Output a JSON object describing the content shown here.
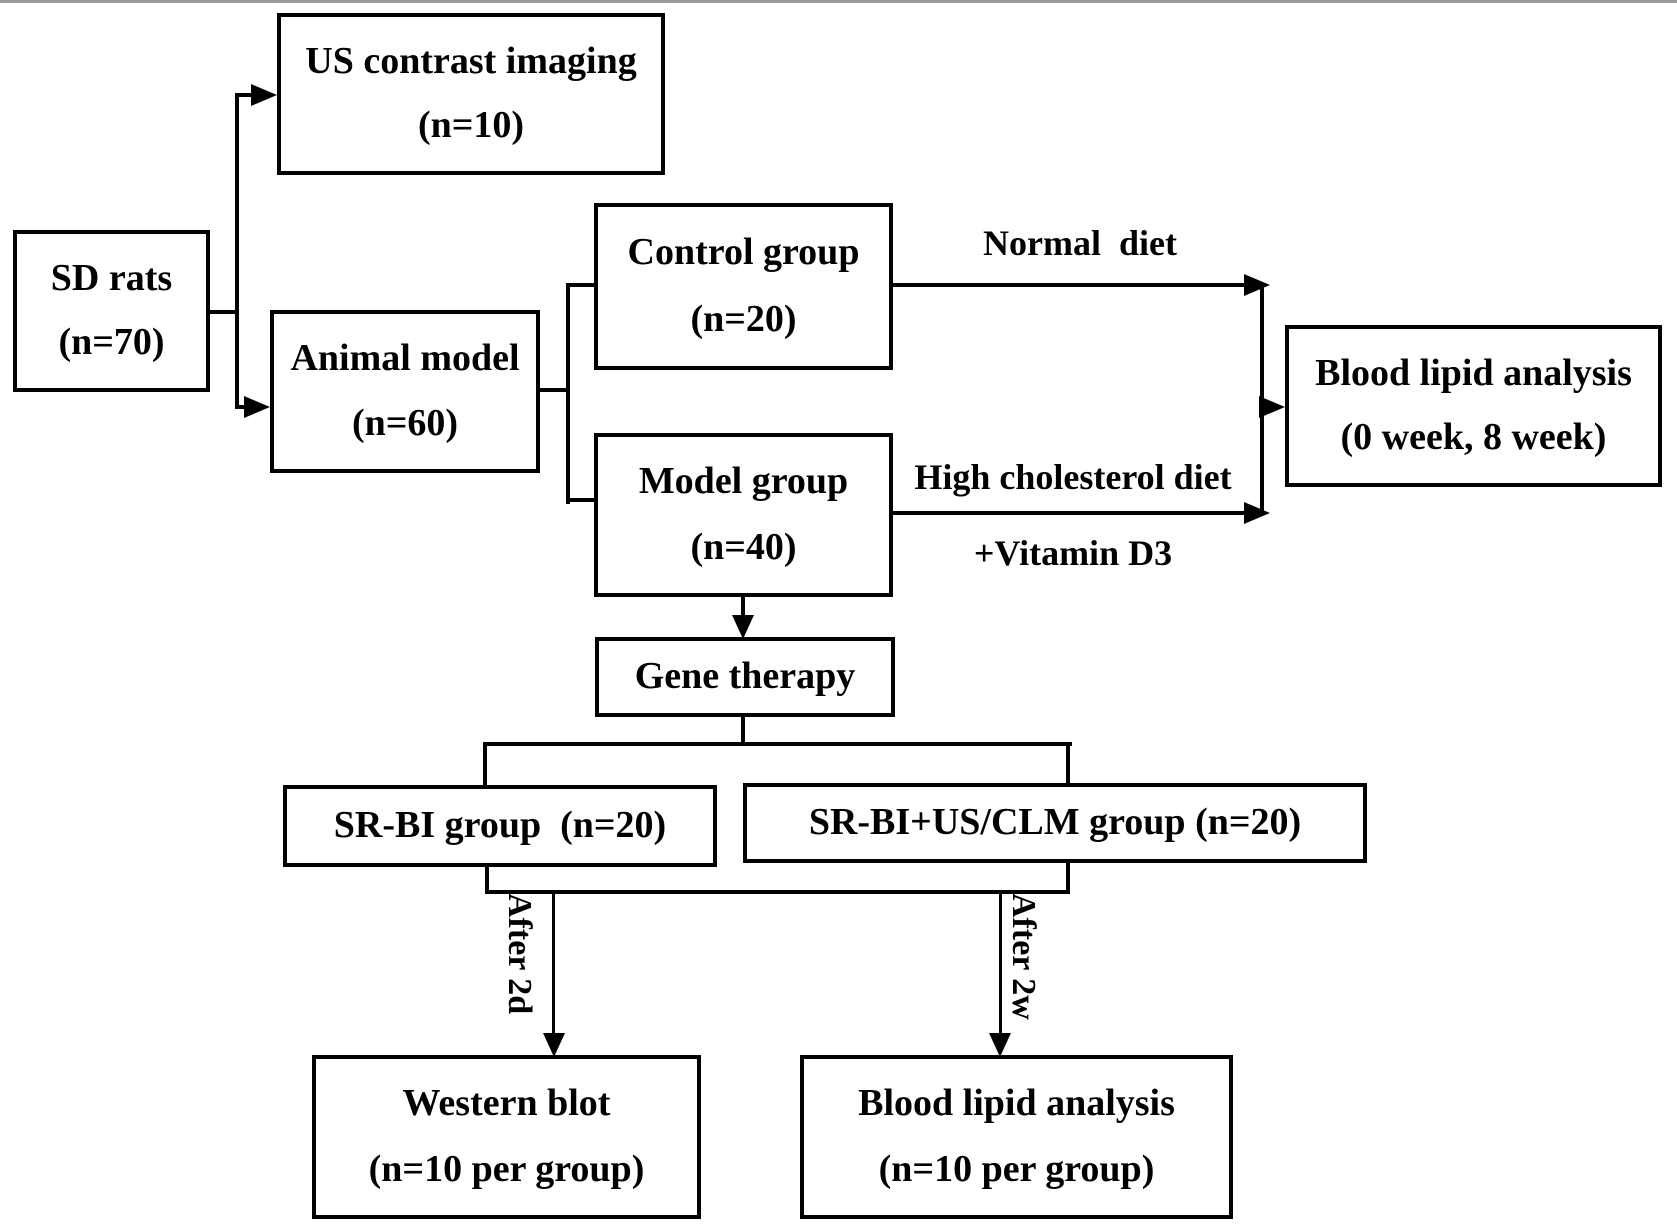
{
  "diagram": {
    "nodes": {
      "us_contrast": {
        "line1": "US contrast imaging",
        "line2": "(n=10)"
      },
      "sd_rats": {
        "line1": "SD rats",
        "line2": "(n=70)"
      },
      "animal_model": {
        "line1": "Animal model",
        "line2": "(n=60)"
      },
      "control_group": {
        "line1": "Control group",
        "line2": "(n=20)"
      },
      "model_group": {
        "line1": "Model group",
        "line2": "(n=40)"
      },
      "blood_lipid_top": {
        "line1": "Blood lipid analysis",
        "line2": "(0 week, 8 week)"
      },
      "gene_therapy": {
        "line1": "Gene therapy"
      },
      "sr_bi_group": {
        "line1": "SR-BI group  (n=20)"
      },
      "sr_bi_us_clm_group": {
        "line1": "SR-BI+US/CLM group (n=20)"
      },
      "western_blot": {
        "line1": "Western blot",
        "line2": "(n=10 per group)"
      },
      "blood_lipid_bottom": {
        "line1": "Blood lipid analysis",
        "line2": "(n=10 per group)"
      }
    },
    "labels": {
      "normal_diet": "Normal  diet",
      "high_cholesterol_diet": "High cholesterol diet",
      "vitamin_d3": "+Vitamin D3",
      "after_2d": "After 2d",
      "after_2w": "After 2w"
    },
    "colors": {
      "line": "#000000",
      "box_fill": "#ffffff",
      "background": "#ffffff"
    }
  }
}
